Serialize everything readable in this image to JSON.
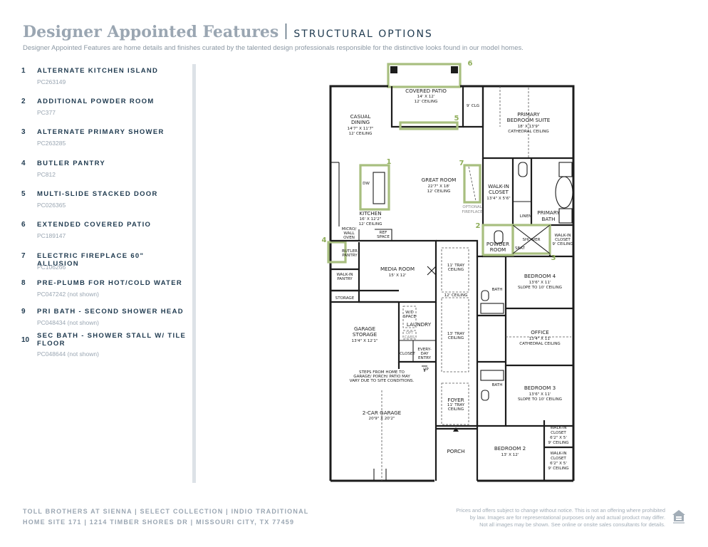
{
  "header": {
    "title": "Designer Appointed Features",
    "section": "STRUCTURAL OPTIONS",
    "subtitle": "Designer Appointed Features are home details and finishes curated by the talented design professionals responsible for the distinctive looks found in our model homes."
  },
  "features": [
    {
      "number": "1",
      "label": "ALTERNATE KITCHEN ISLAND",
      "code": "PC263149"
    },
    {
      "number": "2",
      "label": "ADDITIONAL POWDER ROOM",
      "code": "PC377"
    },
    {
      "number": "3",
      "label": "ALTERNATE PRIMARY SHOWER",
      "code": "PC263285"
    },
    {
      "number": "4",
      "label": "BUTLER PANTRY",
      "code": "PC812"
    },
    {
      "number": "5",
      "label": "MULTI-SLIDE STACKED DOOR",
      "code": "PC026365"
    },
    {
      "number": "6",
      "label": "EXTENDED COVERED PATIO",
      "code": "PC189147"
    },
    {
      "number": "7",
      "label": "ELECTRIC FIREPLACE 60\" ALLUSION",
      "code": "PC106266"
    },
    {
      "number": "8",
      "label": "PRE-PLUMB FOR HOT/COLD WATER",
      "code": "PC047242 (not shown)"
    },
    {
      "number": "9",
      "label": "PRI BATH - SECOND SHOWER HEAD",
      "code": "PC048434 (not shown)"
    },
    {
      "number": "10",
      "label": "SEC BATH - SHOWER STALL W/ TILE FLOOR",
      "code": "PC048644 (not shown)"
    }
  ],
  "plan": {
    "covered_patio": {
      "name": "COVERED PATIO",
      "size": "14' X 12'",
      "ceiling": "12' CEILING"
    },
    "casual_dining": {
      "name1": "CASUAL",
      "name2": "DINING",
      "size": "14'7\" X 11'7\"",
      "ceiling": "12' CEILING"
    },
    "clg_9": "9' CLG",
    "primary_suite": {
      "name1": "PRIMARY",
      "name2": "BEDROOM SUITE",
      "size": "18' X 13'9\"",
      "ceiling": "CATHEDRAL CEILING"
    },
    "great_room": {
      "name": "GREAT ROOM",
      "size": "22'7\" X 18'",
      "ceiling": "12' CEILING"
    },
    "walkin_closet_primary": {
      "name1": "WALK-IN",
      "name2": "CLOSET",
      "size": "13'4\" X 5'6\""
    },
    "optional_fireplace": {
      "line1": "OPTIONAL",
      "line2": "FIREPLACE"
    },
    "dw": "DW",
    "kitchen": {
      "name": "KITCHEN",
      "size": "16' X 12'2\"",
      "ceiling": "12' CEILING"
    },
    "linen": "LINEN",
    "primary_bath": {
      "name1": "PRIMARY",
      "name2": "BATH"
    },
    "micro_wall_oven": {
      "line1": "MICRO/",
      "line2": "WALL",
      "line3": "OVEN"
    },
    "ref_space": {
      "line1": "REF",
      "line2": "SPACE"
    },
    "butler_pantry": {
      "line1": "BUTLER",
      "line2": "PANTRY"
    },
    "powder_room": {
      "name1": "POWDER",
      "name2": "ROOM"
    },
    "shower": "SHOWER",
    "seat": "SEAT",
    "walkin_closet_9": {
      "line1": "WALK-IN",
      "line2": "CLOSET",
      "line3": "9' CEILING"
    },
    "media_room": {
      "name": "MEDIA ROOM",
      "size": "15' X 12'"
    },
    "tray_11_hall": {
      "line1": "11' TRAY",
      "line2": "CEILING"
    },
    "walkin_pantry": {
      "line1": "WALK-IN",
      "line2": "PANTRY"
    },
    "bedroom4": {
      "name": "BEDROOM 4",
      "size": "13'6\" X 11'",
      "ceiling": "SLOPE TO 10' CEILING"
    },
    "bath_upper": "BATH",
    "storage": "STORAGE",
    "ceiling_12": "12' CEILING",
    "wd_space": {
      "line1": "W/D",
      "line2": "SPACE"
    },
    "laundry": "LAUNDRY",
    "opt_cabs": {
      "line1": "OPT",
      "line2": "CABS"
    },
    "garage_storage": {
      "name1": "GARAGE",
      "name2": "STORAGE",
      "size": "13'4\" X 12'1\""
    },
    "tray_13": {
      "line1": "13' TRAY",
      "line2": "CEILING"
    },
    "office": {
      "name": "OFFICE",
      "size": "13'4\" X 11'",
      "ceiling": "CATHEDRAL CEILING"
    },
    "closet": "CLOSET",
    "everyday_entry": {
      "line1": "EVERY-",
      "line2": "DAY",
      "line3": "ENTRY"
    },
    "up": "UP",
    "steps_note": {
      "line1": "STEPS FROM HOME TO",
      "line2": "GARAGE/ PORCH/ PATIO MAY",
      "line3": "VARY DUE TO SITE CONDITIONS."
    },
    "bath_lower": "BATH",
    "bedroom3": {
      "name": "BEDROOM 3",
      "size": "13'6\" X 11'",
      "ceiling": "SLOPE TO 10' CEILING"
    },
    "foyer": {
      "name": "FOYER",
      "line2": "11' TRAY",
      "line3": "CEILING"
    },
    "garage": {
      "name": "2-CAR GARAGE",
      "size": "20'9\" X 20'2\""
    },
    "walkin_closet_b3": {
      "name1": "WALK-IN",
      "name2": "CLOSET",
      "size": "6'2\" X 5'",
      "ceiling": "9' CEILING"
    },
    "walkin_closet_b2": {
      "name1": "WALK-IN",
      "name2": "CLOSET",
      "size": "6'2\" X 5'",
      "ceiling": "9' CEILING"
    },
    "bedroom2": {
      "name": "BEDROOM 2",
      "size": "13' X 12'"
    },
    "porch": "PORCH",
    "markers": {
      "m1": "1",
      "m2": "2",
      "m3": "3",
      "m4": "4",
      "m5": "5",
      "m6": "6",
      "m7": "7"
    }
  },
  "footer": {
    "line1": "TOLL BROTHERS AT SIENNA | SELECT COLLECTION | INDIO TRADITIONAL",
    "line2": "HOME SITE 171 | 1214 TIMBER SHORES DR | MISSOURI CITY, TX 77459",
    "disclaimer1": "Prices and offers subject to change without notice. This is not an offering where prohibited",
    "disclaimer2": "by law. Images are for representational purposes only and actual product may differ.",
    "disclaimer3": "Not all images may be shown. See online or onsite sales consultants for details."
  },
  "colors": {
    "accent_green": "#a8bf7f",
    "navy": "#1f3a4f",
    "gray_title": "#9aa6b2"
  },
  "icons": {
    "equal_housing": "equal-housing-opportunity-icon"
  }
}
